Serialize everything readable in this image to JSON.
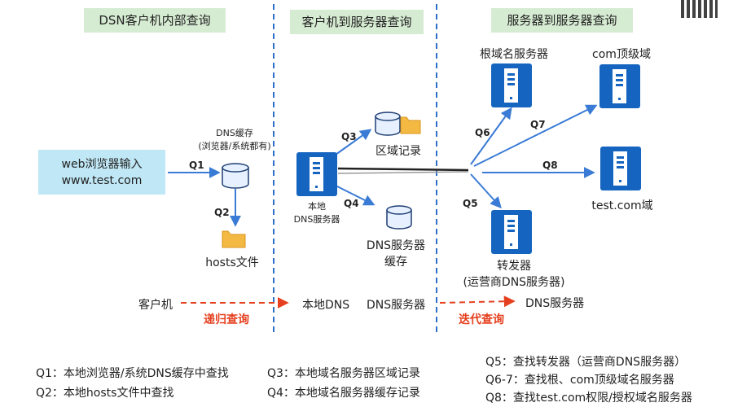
{
  "sections": {
    "client": "DSN客户机内部查询",
    "client_to_server": "客户机到服务器查询",
    "server_to_server": "服务器到服务器查询"
  },
  "client": {
    "input_line1": "web浏览器输入",
    "input_line2": "www.test.com",
    "dns_cache_line1": "DNS缓存",
    "dns_cache_line2": "(浏览器/系统都有)",
    "hosts_file": "hosts文件",
    "q1": "Q1",
    "q2": "Q2"
  },
  "local_dns": {
    "label_line1": "本地",
    "label_line2": "DNS服务器",
    "zone_record": "区域记录",
    "cache_line1": "DNS服务器",
    "cache_line2": "缓存",
    "q3": "Q3",
    "q4": "Q4"
  },
  "remote": {
    "root": "根域名服务器",
    "com": "com顶级域",
    "test_com": "test.com域",
    "forwarder_line1": "转发器",
    "forwarder_line2": "(运营商DNS服务器)",
    "q5": "Q5",
    "q6": "Q6",
    "q7": "Q7",
    "q8": "Q8"
  },
  "flow": {
    "client": "客户机",
    "recursive": "递归查询",
    "local_dns": "本地DNS",
    "dns_server": "DNS服务器",
    "iterative": "迭代查询",
    "dns_server_2": "DNS服务器"
  },
  "notes": {
    "q1": "Q1：本地浏览器/系统DNS缓存中查找",
    "q2": "Q2：本地hosts文件中查找",
    "q3": "Q3：本地域名服务器区域记录",
    "q4": "Q4：本地域名服务器缓存记录",
    "q5": "Q5：查找转发器（运营商DNS服务器）",
    "q67": "Q6-7：查找根、com顶级域名服务器",
    "q8": "Q8：查找test.com权限/授权域名服务器"
  },
  "colors": {
    "section_bg": "#d6ecd2",
    "input_bg": "#bfe7f5",
    "server_blue": "#1565c0",
    "arrow_blue": "#3a7bd5",
    "divider": "#2e6fc7",
    "red": "#e5401f",
    "folder": "#f4b942"
  }
}
